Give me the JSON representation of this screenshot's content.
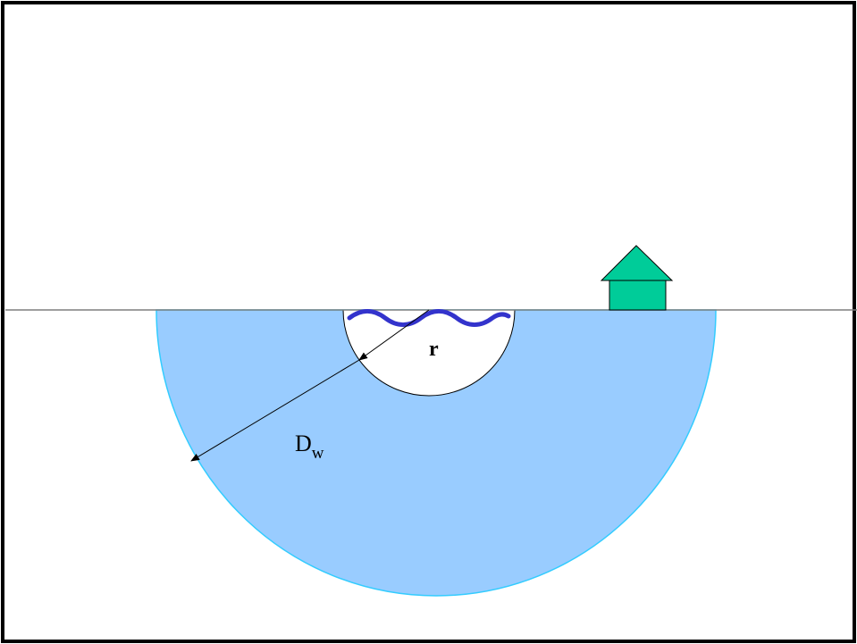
{
  "labels": {
    "radius_label": "r",
    "distance_label": "D",
    "distance_subscript": "w"
  },
  "colors": {
    "frame": "#000000",
    "ground_line": "#7f7f7f",
    "zone_fill": "#99ccff",
    "zone_edge": "#33ccff",
    "source_fill": "#ffffff",
    "source_edge": "#000000",
    "wave": "#3333cc",
    "house": "#00cc99",
    "arrows": "#000000"
  },
  "icons": {
    "house": "house-icon",
    "wave": "water-wave-icon"
  }
}
